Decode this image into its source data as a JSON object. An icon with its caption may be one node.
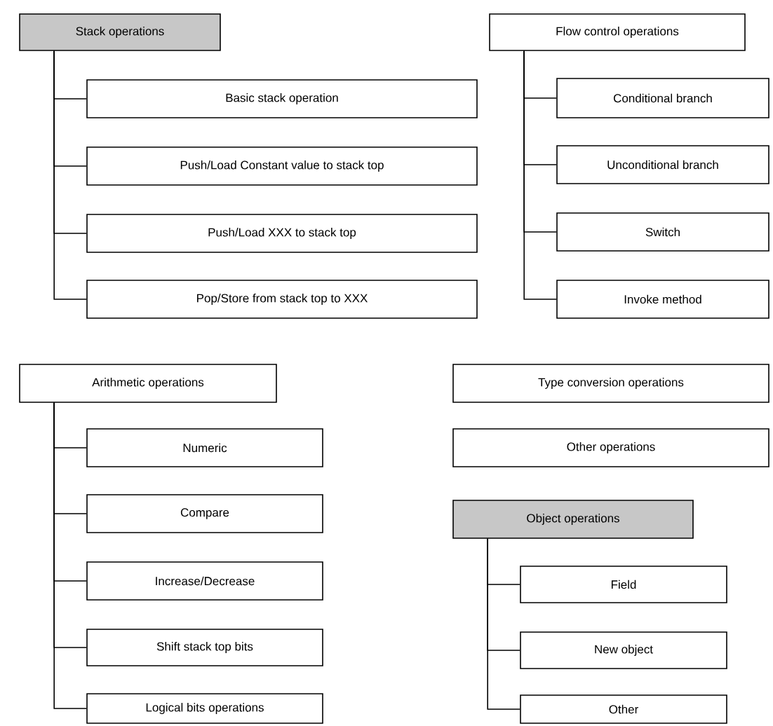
{
  "diagram": {
    "nodes": [
      {
        "text": [
          "Stack operations"
        ]
      },
      {
        "text": [
          "Basic stack operation"
        ]
      },
      {
        "text": [
          "Push/Load Constant value to stack top"
        ]
      },
      {
        "text": [
          "Push/Load XXX to stack top"
        ]
      },
      {
        "text": [
          "Pop/Store from stack top to XXX"
        ]
      },
      {
        "text": [
          "Flow control operations"
        ]
      },
      {
        "text": [
          "Conditional branch"
        ]
      },
      {
        "text": [
          "Unconditional branch"
        ]
      },
      {
        "text": [
          "Switch"
        ]
      },
      {
        "text": [
          "Invoke method"
        ]
      },
      {
        "text": [
          "Arithmetic operations"
        ]
      },
      {
        "text": [
          "Numeric"
        ]
      },
      {
        "text": [
          "Compare"
        ]
      },
      {
        "text": [
          "Increase/Decrease"
        ]
      },
      {
        "text": [
          "Shift stack top bits"
        ]
      },
      {
        "text": [
          "Logical bits operations"
        ]
      },
      {
        "text": [
          "Type conversion operations"
        ]
      },
      {
        "text": [
          "Other operations"
        ]
      },
      {
        "text": [
          "Object operations"
        ]
      },
      {
        "text": [
          "Field"
        ]
      },
      {
        "text": [
          "New object"
        ]
      },
      {
        "text": [
          "Other"
        ]
      }
    ],
    "edges": [
      {
        "from": 0,
        "to": 1,
        "arrow": "none"
      },
      {
        "from": 0,
        "to": 2,
        "arrow": "none"
      },
      {
        "from": 0,
        "to": 3,
        "arrow": "none"
      },
      {
        "from": 0,
        "to": 4,
        "arrow": "none"
      },
      {
        "from": 5,
        "to": 6,
        "arrow": "none"
      },
      {
        "from": 5,
        "to": 7,
        "arrow": "none"
      },
      {
        "from": 5,
        "to": 8,
        "arrow": "none"
      },
      {
        "from": 5,
        "to": 9,
        "arrow": "none"
      },
      {
        "from": 10,
        "to": 11,
        "arrow": "none"
      },
      {
        "from": 10,
        "to": 12,
        "arrow": "none"
      },
      {
        "from": 10,
        "to": 13,
        "arrow": "none"
      },
      {
        "from": 10,
        "to": 14,
        "arrow": "none"
      },
      {
        "from": 10,
        "to": 15,
        "arrow": "none"
      },
      {
        "from": 18,
        "to": 19,
        "arrow": "none"
      },
      {
        "from": 18,
        "to": 20,
        "arrow": "none"
      },
      {
        "from": 18,
        "to": 21,
        "arrow": "none"
      }
    ]
  }
}
